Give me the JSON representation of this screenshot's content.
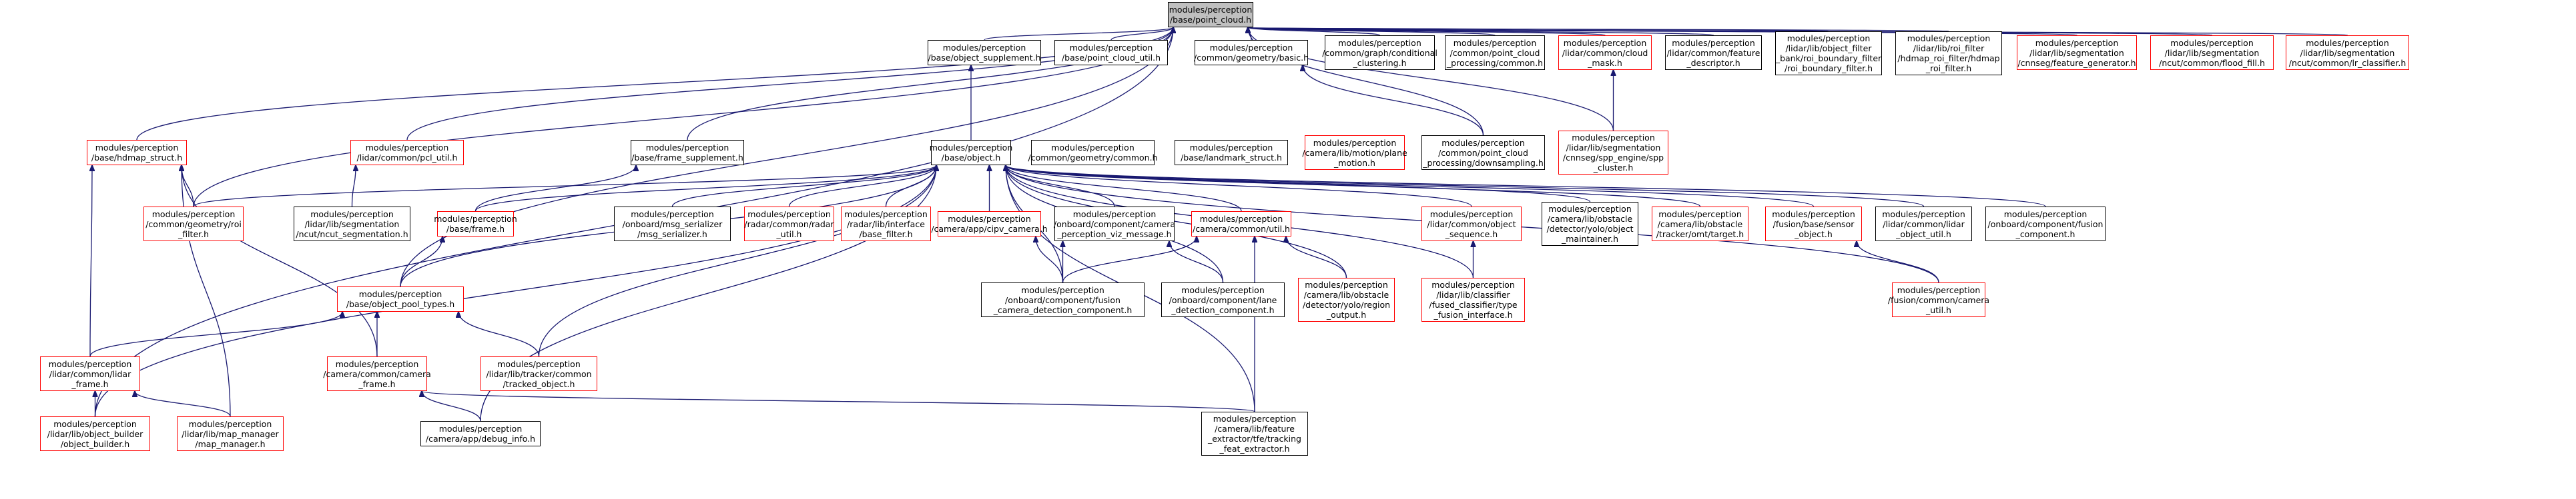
{
  "diagram": {
    "colors": {
      "edge": "#191970",
      "red_border": "#ff0000",
      "black_border": "#000000",
      "root_fill": "#bfbfbf"
    },
    "nodes": [
      {
        "id": "root",
        "lines": [
          "modules/perception",
          "/base/point_cloud.h"
        ],
        "red": false,
        "root": true
      },
      {
        "id": "obj_supp",
        "lines": [
          "modules/perception",
          "/base/object_supplement.h"
        ],
        "red": false
      },
      {
        "id": "pc_util",
        "lines": [
          "modules/perception",
          "/base/point_cloud_util.h"
        ],
        "red": false
      },
      {
        "id": "geo_basic",
        "lines": [
          "modules/perception",
          "/common/geometry/basic.h"
        ],
        "red": false
      },
      {
        "id": "graph_cond",
        "lines": [
          "modules/perception",
          "/common/graph/conditional",
          "_clustering.h"
        ],
        "red": false
      },
      {
        "id": "pcp_common",
        "lines": [
          "modules/perception",
          "/common/point_cloud",
          "_processing/common.h"
        ],
        "red": false
      },
      {
        "id": "cloud_mask",
        "lines": [
          "modules/perception",
          "/lidar/common/cloud",
          "_mask.h"
        ],
        "red": true
      },
      {
        "id": "feat_desc",
        "lines": [
          "modules/perception",
          "/lidar/common/feature",
          "_descriptor.h"
        ],
        "red": false
      },
      {
        "id": "roi_bf",
        "lines": [
          "modules/perception",
          "/lidar/lib/object_filter",
          "_bank/roi_boundary_filter",
          "/roi_boundary_filter.h"
        ],
        "red": false
      },
      {
        "id": "hdmap_roi",
        "lines": [
          "modules/perception",
          "/lidar/lib/roi_filter",
          "/hdmap_roi_filter/hdmap",
          "_roi_filter.h"
        ],
        "red": false
      },
      {
        "id": "feat_gen",
        "lines": [
          "modules/perception",
          "/lidar/lib/segmentation",
          "/cnnseg/feature_generator.h"
        ],
        "red": true
      },
      {
        "id": "flood_fill",
        "lines": [
          "modules/perception",
          "/lidar/lib/segmentation",
          "/ncut/common/flood_fill.h"
        ],
        "red": true
      },
      {
        "id": "lr_class",
        "lines": [
          "modules/perception",
          "/lidar/lib/segmentation",
          "/ncut/common/lr_classifier.h"
        ],
        "red": true
      },
      {
        "id": "hdmap_struct",
        "lines": [
          "modules/perception",
          "/base/hdmap_struct.h"
        ],
        "red": true
      },
      {
        "id": "pcl_util",
        "lines": [
          "modules/perception",
          "/lidar/common/pcl_util.h"
        ],
        "red": true
      },
      {
        "id": "frame_supp",
        "lines": [
          "modules/perception",
          "/base/frame_supplement.h"
        ],
        "red": false
      },
      {
        "id": "base_object",
        "lines": [
          "modules/perception",
          "/base/object.h"
        ],
        "red": false
      },
      {
        "id": "geo_common",
        "lines": [
          "modules/perception",
          "/common/geometry/common.h"
        ],
        "red": false
      },
      {
        "id": "landmark",
        "lines": [
          "modules/perception",
          "/base/landmark_struct.h"
        ],
        "red": false
      },
      {
        "id": "plane_motion",
        "lines": [
          "modules/perception",
          "/camera/lib/motion/plane",
          "_motion.h"
        ],
        "red": true
      },
      {
        "id": "downsampling",
        "lines": [
          "modules/perception",
          "/common/point_cloud",
          "_processing/downsampling.h"
        ],
        "red": false
      },
      {
        "id": "spp_cluster",
        "lines": [
          "modules/perception",
          "/lidar/lib/segmentation",
          "/cnnseg/spp_engine/spp",
          "_cluster.h"
        ],
        "red": true
      },
      {
        "id": "roi_filter",
        "lines": [
          "modules/perception",
          "/common/geometry/roi",
          "_filter.h"
        ],
        "red": true
      },
      {
        "id": "ncut_seg",
        "lines": [
          "modules/perception",
          "/lidar/lib/segmentation",
          "/ncut/ncut_segmentation.h"
        ],
        "red": false
      },
      {
        "id": "base_frame",
        "lines": [
          "modules/perception",
          "/base/frame.h"
        ],
        "red": true
      },
      {
        "id": "msg_serial",
        "lines": [
          "modules/perception",
          "/onboard/msg_serializer",
          "/msg_serializer.h"
        ],
        "red": false
      },
      {
        "id": "radar_util",
        "lines": [
          "modules/perception",
          "/radar/common/radar",
          "_util.h"
        ],
        "red": true
      },
      {
        "id": "base_filter",
        "lines": [
          "modules/perception",
          "/radar/lib/interface",
          "/base_filter.h"
        ],
        "red": true
      },
      {
        "id": "cipv",
        "lines": [
          "modules/perception",
          "/camera/app/cipv_camera.h"
        ],
        "red": true
      },
      {
        "id": "viz_msg",
        "lines": [
          "modules/perception",
          "/onboard/component/camera",
          "_perception_viz_message.h"
        ],
        "red": false
      },
      {
        "id": "cam_util",
        "lines": [
          "modules/perception",
          "/camera/common/util.h"
        ],
        "red": true
      },
      {
        "id": "obj_seq",
        "lines": [
          "modules/perception",
          "/lidar/common/object",
          "_sequence.h"
        ],
        "red": true
      },
      {
        "id": "obj_maint",
        "lines": [
          "modules/perception",
          "/camera/lib/obstacle",
          "/detector/yolo/object",
          "_maintainer.h"
        ],
        "red": false
      },
      {
        "id": "target",
        "lines": [
          "modules/perception",
          "/camera/lib/obstacle",
          "/tracker/omt/target.h"
        ],
        "red": true
      },
      {
        "id": "sensor_obj",
        "lines": [
          "modules/perception",
          "/fusion/base/sensor",
          "_object.h"
        ],
        "red": true
      },
      {
        "id": "lidar_obj_util",
        "lines": [
          "modules/perception",
          "/lidar/common/lidar",
          "_object_util.h"
        ],
        "red": false
      },
      {
        "id": "fusion_comp",
        "lines": [
          "modules/perception",
          "/onboard/component/fusion",
          "_component.h"
        ],
        "red": false
      },
      {
        "id": "obj_pool",
        "lines": [
          "modules/perception",
          "/base/object_pool_types.h"
        ],
        "red": true
      },
      {
        "id": "fusion_cam_det",
        "lines": [
          "modules/perception",
          "/onboard/component/fusion",
          "_camera_detection_component.h"
        ],
        "red": false
      },
      {
        "id": "lane_det",
        "lines": [
          "modules/perception",
          "/onboard/component/lane",
          "_detection_component.h"
        ],
        "red": false
      },
      {
        "id": "region_out",
        "lines": [
          "modules/perception",
          "/camera/lib/obstacle",
          "/detector/yolo/region",
          "_output.h"
        ],
        "red": true
      },
      {
        "id": "fused_class",
        "lines": [
          "modules/perception",
          "/lidar/lib/classifier",
          "/fused_classifier/type",
          "_fusion_interface.h"
        ],
        "red": true
      },
      {
        "id": "fusion_cam_util",
        "lines": [
          "modules/perception",
          "/fusion/common/camera",
          "_util.h"
        ],
        "red": true
      },
      {
        "id": "lidar_frame",
        "lines": [
          "modules/perception",
          "/lidar/common/lidar",
          "_frame.h"
        ],
        "red": true
      },
      {
        "id": "cam_frame",
        "lines": [
          "modules/perception",
          "/camera/common/camera",
          "_frame.h"
        ],
        "red": true
      },
      {
        "id": "tracked_obj",
        "lines": [
          "modules/perception",
          "/lidar/lib/tracker/common",
          "/tracked_object.h"
        ],
        "red": true
      },
      {
        "id": "obj_builder",
        "lines": [
          "modules/perception",
          "/lidar/lib/object_builder",
          "/object_builder.h"
        ],
        "red": true
      },
      {
        "id": "map_manager",
        "lines": [
          "modules/perception",
          "/lidar/lib/map_manager",
          "/map_manager.h"
        ],
        "red": true
      },
      {
        "id": "debug_info",
        "lines": [
          "modules/perception",
          "/camera/app/debug_info.h"
        ],
        "red": false
      },
      {
        "id": "tracking_feat",
        "lines": [
          "modules/perception",
          "/camera/lib/feature",
          "_extractor/tfe/tracking",
          "_feat_extractor.h"
        ],
        "red": false
      }
    ]
  }
}
